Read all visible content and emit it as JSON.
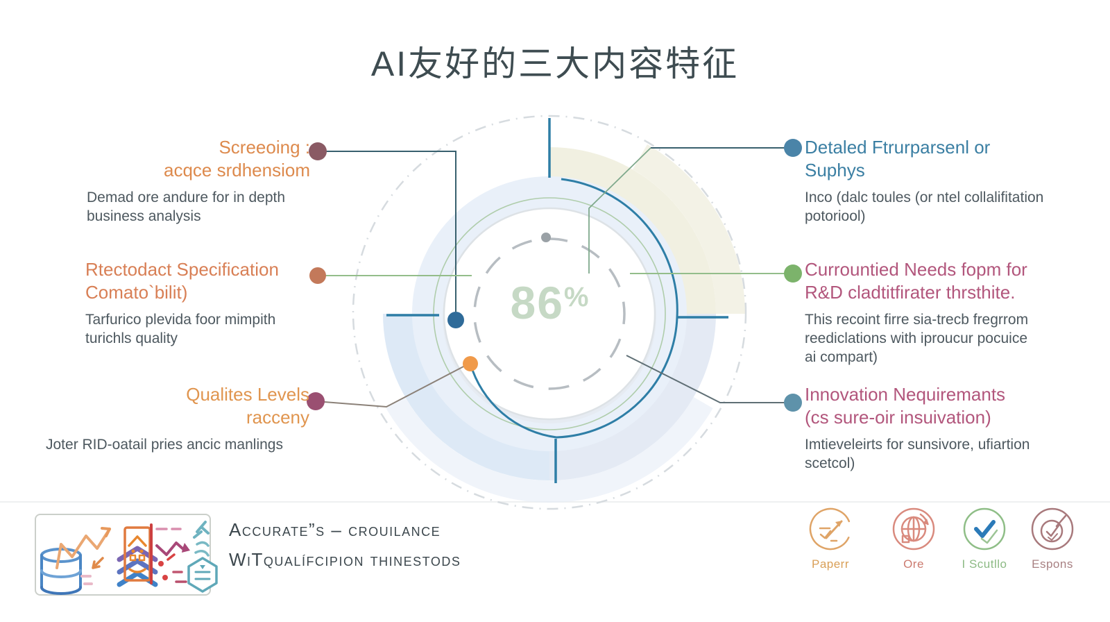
{
  "title": "AI友好的三大内容特征",
  "center_gauge": {
    "value": "86",
    "unit": "%"
  },
  "left_items": [
    {
      "heading_lines": [
        "Screeoing :",
        "acqce srdhensiom"
      ],
      "body_lines": [
        "Demad ore andure for in depth",
        "business analysis"
      ],
      "heading_color": "#dd8a4d",
      "dot_color": "#8a5a64"
    },
    {
      "heading_lines": [
        "Rtectodact Specification",
        "Comato`bilit)"
      ],
      "body_lines": [
        "Tarfurico plevida foor mimpith",
        "turichls quality"
      ],
      "heading_color": "#d87f55",
      "dot_color": "#c3795a"
    },
    {
      "heading_lines": [
        "Qualites Levels",
        "racceny"
      ],
      "body_lines": [
        "Joter RID-oatail pries ancic manlings"
      ],
      "heading_color": "#e0954f",
      "dot_color": "#9a4f71"
    }
  ],
  "right_items": [
    {
      "heading_lines": [
        "Detaled Ftrurparsenl or",
        "Suphys"
      ],
      "body_lines": [
        "Inco (dalc toules (or ntel collalifitation",
        "potoriool)"
      ],
      "heading_color": "#3b7fa3",
      "dot_color": "#4a84a8"
    },
    {
      "heading_lines": [
        "Currountied Needs fopm for",
        "R&D cladtitfirater thrsthite."
      ],
      "body_lines": [
        "This recoint firre sia-trecb fregrrom",
        "reediclations with iproucur pocuice",
        "ai compart)"
      ],
      "heading_color": "#b2567c",
      "dot_color": "#7cb36b"
    },
    {
      "heading_lines": [
        "Innovation Nequiremants",
        "(cs sure-oir insuivation)"
      ],
      "body_lines": [
        "Imtieveleirts for sunsivore, ufiartion",
        "scetcol)"
      ],
      "heading_color": "#b2567c",
      "dot_color": "#5e92aa"
    }
  ],
  "footer_left": {
    "caption_lines": [
      "Accurate”s – crouilance",
      "WiTqualífcipion thinestods"
    ],
    "icon_cluster": [
      "database-icon",
      "trend-zigzag-icon",
      "layers-icon",
      "document-building-icon",
      "flow-arrow-icon",
      "hexagon-list-icon"
    ]
  },
  "footer_right": {
    "items": [
      {
        "label": "Paperr",
        "icon": "pencil-arrow-icon",
        "color": "#d99f57"
      },
      {
        "label": "Ore",
        "icon": "globe-sync-icon",
        "color": "#cc7b70"
      },
      {
        "label": "I Scutllo",
        "icon": "check-circle-icon",
        "color": "#8cba84"
      },
      {
        "label": "Espons",
        "icon": "verified-check-icon",
        "color": "#a88082"
      }
    ]
  },
  "colors": {
    "accent_teal": "#2e7ea6",
    "anchor_blue": "#2f6b99",
    "anchor_orange": "#f09a4a",
    "title_text": "#3e4c51",
    "body_text": "#4d585f",
    "gauge_green": "#c6d9c5",
    "wedge_beige": "#f1f0e1",
    "wedge_blue_br": "#e4eaf4",
    "wedge_blue_bl": "#dde9f6",
    "band_blue": "#e9f0f9",
    "green_ring": "#a9c9a2"
  }
}
